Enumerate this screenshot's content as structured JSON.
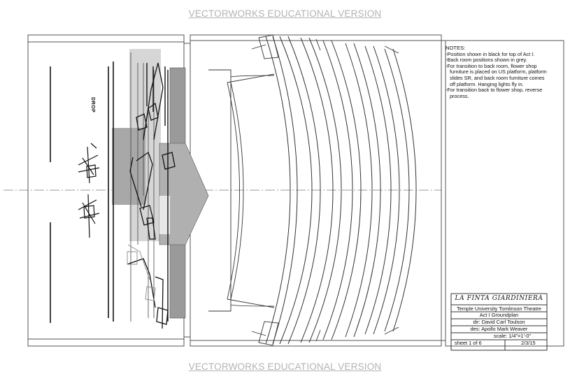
{
  "watermark": "VECTORWORKS EDUCATIONAL VERSION",
  "plan": {
    "drop_label": "DROP"
  },
  "notes": {
    "heading": "NOTES:",
    "lines": [
      "-Position shown in black for top of Act I.",
      "-Back room positions shown in grey.",
      "-For transition to back room, flower shop",
      "furniture is placed on US platform, platform",
      "slides SR, and back room furniture comes",
      "off platform.  Hanging lights fly in.",
      "-For transition back to flower shop, reverse",
      "process."
    ]
  },
  "title_block": {
    "title": "LA FINTA GIARDINIERA",
    "venue": "Temple University Tomlinson Theatre",
    "drawing": "Act I Groundplan",
    "director": "dir:  David Carl Toulson",
    "designer": "des:  Apollo Mark Weaver",
    "scale": "scale: 1/4\"=1'-0\"",
    "sheet": "sheet 1 of 6",
    "date": "2/3/15"
  }
}
